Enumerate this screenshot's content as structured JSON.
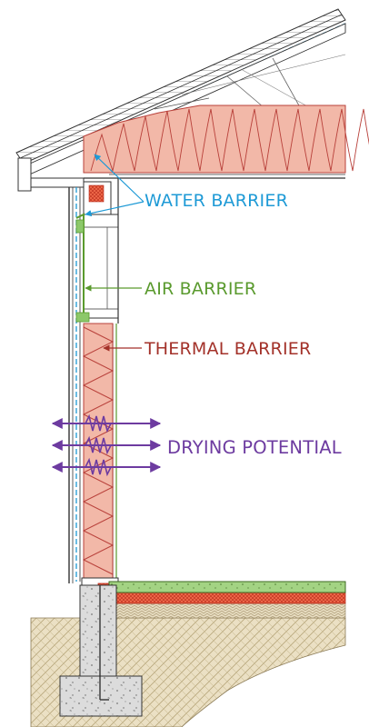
{
  "labels": {
    "water_barrier": "WATER BARRIER",
    "air_barrier": "AIR BARRIER",
    "thermal_barrier": "THERMAL BARRIER",
    "drying_potential": "DRYING POTENTIAL"
  },
  "colors": {
    "water": "#1e9ad6",
    "air": "#5a9a2e",
    "thermal": "#a3322a",
    "drying": "#6d3ba0",
    "insulation_fill": "#f2b8a8",
    "insulation_line": "#b8403a",
    "soil": "#e8ddc0",
    "concrete": "#d9d9d9",
    "slab_green": "#8cc86a"
  },
  "icons": {
    "drying_arrows": "double-headed-arrow",
    "insulation": "batt-zigzag"
  }
}
